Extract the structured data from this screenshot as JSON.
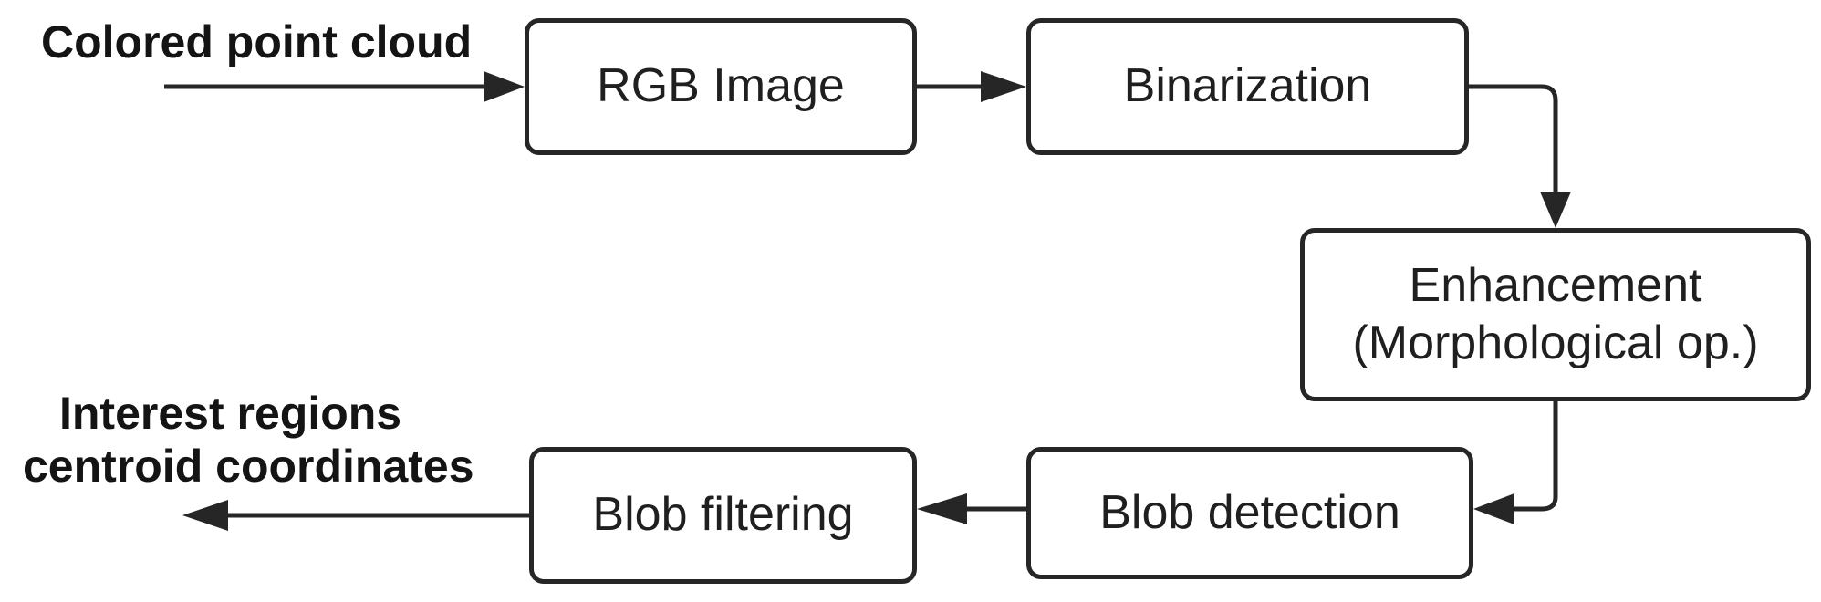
{
  "input_label": "Colored point cloud",
  "nodes": {
    "rgb_image": "RGB Image",
    "binarization": "Binarization",
    "enhancement": [
      "Enhancement",
      "(Morphological op.)"
    ],
    "blob_detection": "Blob detection",
    "blob_filtering": "Blob filtering"
  },
  "output_label": [
    "Interest regions",
    "centroid coordinates"
  ],
  "colors": {
    "stroke": "#262626",
    "text": "#1f1f1f",
    "background": "#ffffff"
  }
}
